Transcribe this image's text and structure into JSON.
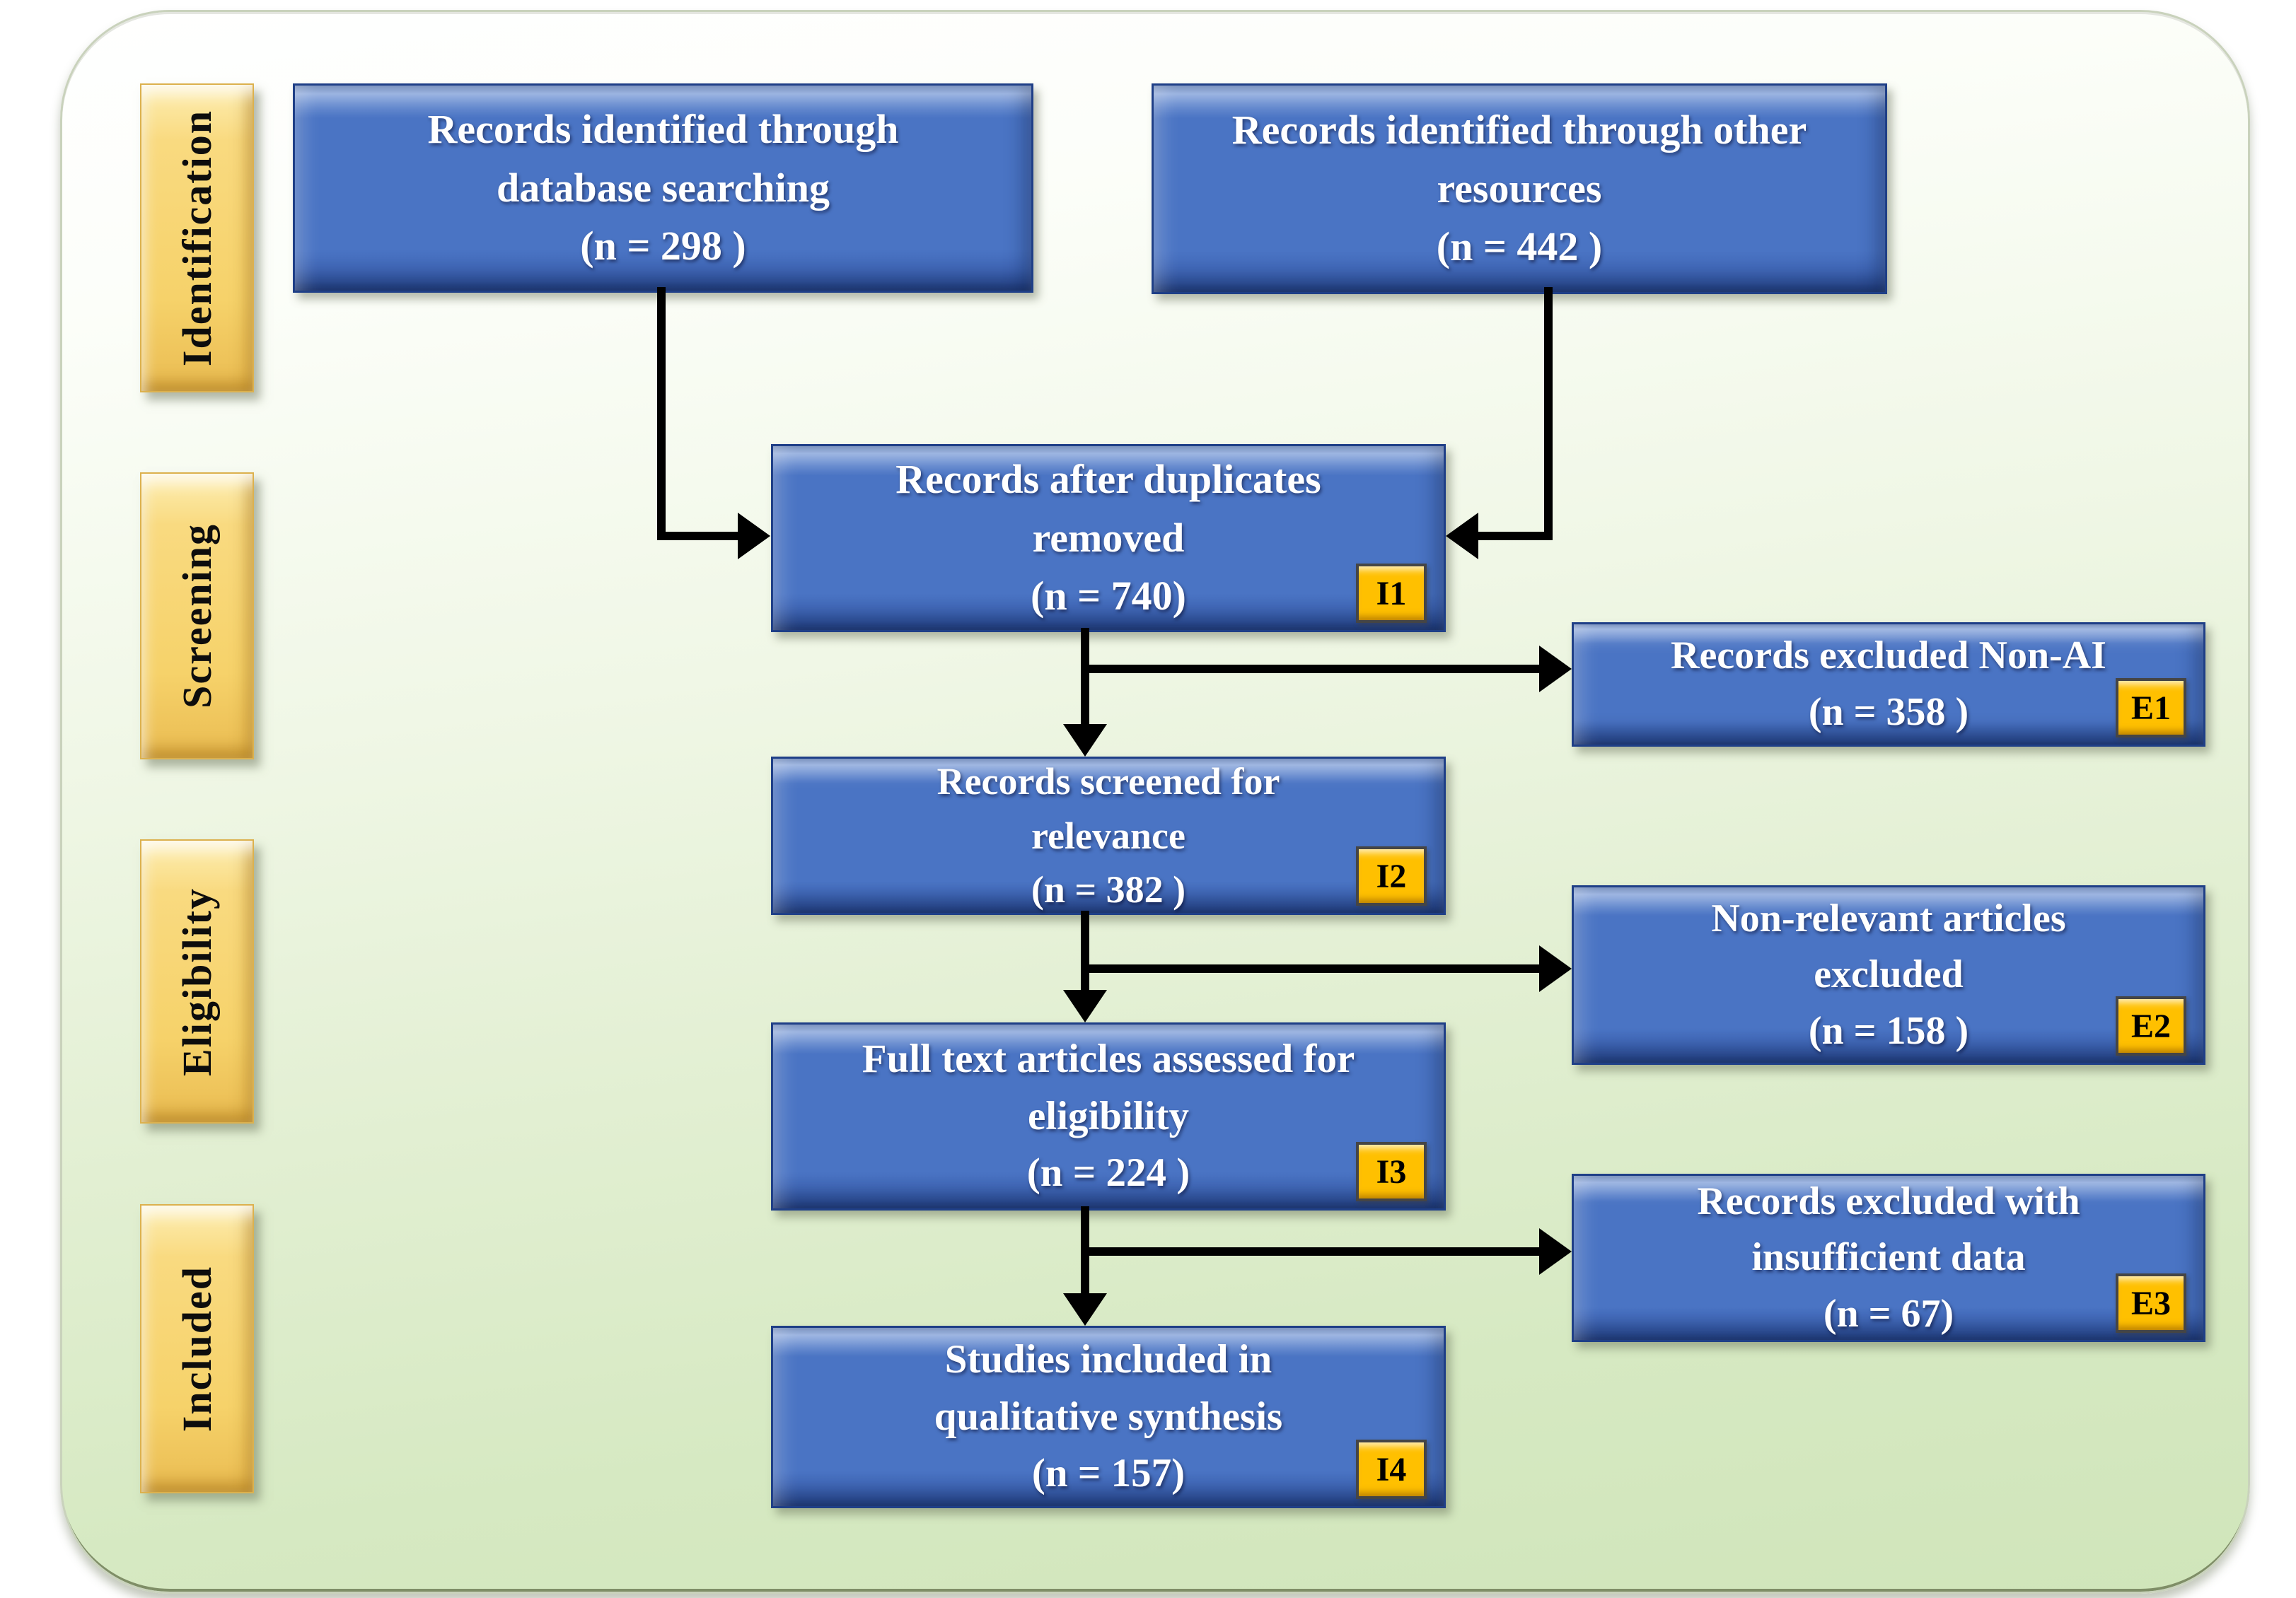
{
  "diagram": {
    "kind": "PRISMA flow diagram",
    "stages": [
      "Identification",
      "Screening",
      "Eligibility",
      "Included"
    ]
  },
  "sidebar": {
    "items": [
      {
        "id": "identification",
        "label": "Identification"
      },
      {
        "id": "screening",
        "label": "Screening"
      },
      {
        "id": "eligibility",
        "label": "Eligibility"
      },
      {
        "id": "included",
        "label": "Included"
      }
    ]
  },
  "boxes": {
    "db": {
      "text": "Records identified through\ndatabase searching\n(n = 298 )",
      "n": 298
    },
    "other": {
      "text": "Records identified through other\nresources\n(n = 442 )",
      "n": 442
    },
    "dup": {
      "text": "Records after duplicates\nremoved\n(n = 740)",
      "n": 740,
      "badge": "I1"
    },
    "excluded_nonai": {
      "text": "Records excluded Non-AI\n(n = 358 )",
      "n": 358,
      "badge": "E1"
    },
    "screened": {
      "text": "Records screened for\nrelevance\n(n = 382 )",
      "n": 382,
      "badge": "I2"
    },
    "excluded_nonrelevant": {
      "text": "Non-relevant articles\nexcluded\n(n = 158 )",
      "n": 158,
      "badge": "E2"
    },
    "fulltext": {
      "text": "Full text articles assessed for\neligibility\n(n = 224 )",
      "n": 224,
      "badge": "I3"
    },
    "excluded_insufficient": {
      "text": "Records excluded with\ninsufficient data\n(n = 67)",
      "n": 67,
      "badge": "E3"
    },
    "included_studies": {
      "text": "Studies included in\nqualitative synthesis\n(n = 157)",
      "n": 157,
      "badge": "I4"
    }
  },
  "colors": {
    "box_blue": "#4a74c4",
    "box_border_blue": "#1f3f87",
    "stage_gold": "#f6d26a",
    "badge_orange": "#ffc000",
    "arrow_black": "#000000",
    "canvas_green": "#d5e8c0"
  }
}
